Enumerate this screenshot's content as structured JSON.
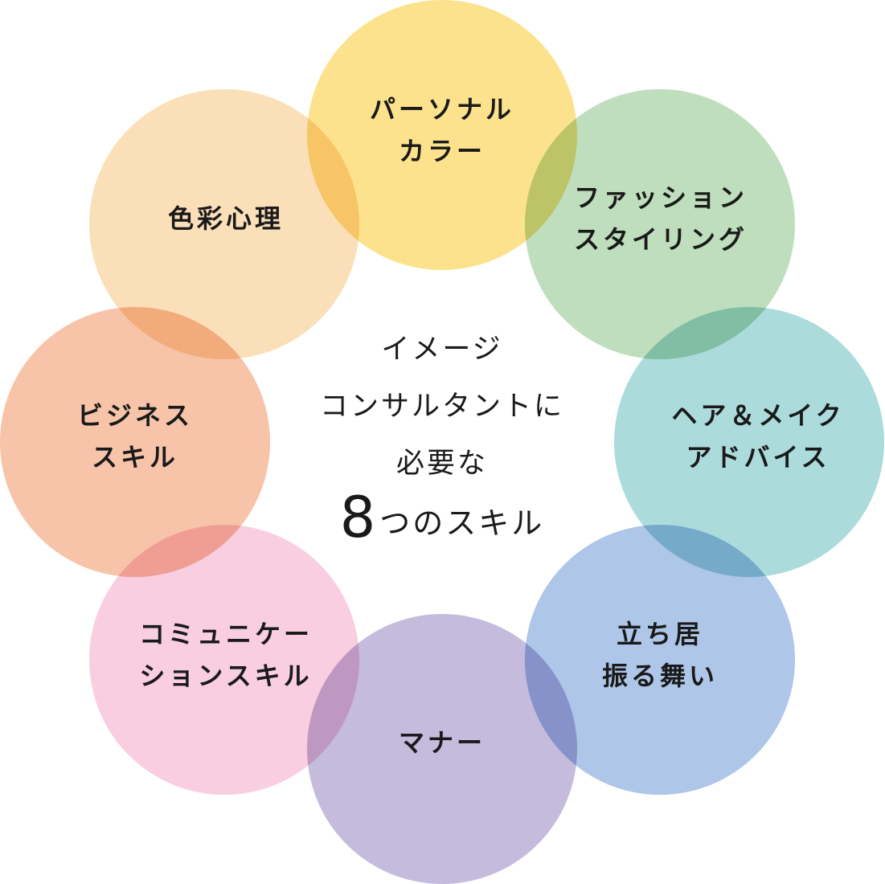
{
  "center": {
    "line1": "イメージ",
    "line2": "コンサルタントに",
    "line3": "必要な",
    "number": "8",
    "suffix": "つのスキル"
  },
  "skills": [
    {
      "id": "personal-color",
      "lines": [
        "パーソナル",
        "カラー"
      ],
      "color": "#fbd965"
    },
    {
      "id": "fashion-styling",
      "lines": [
        "ファッション",
        "スタイリング"
      ],
      "color": "#aad3a7"
    },
    {
      "id": "hair-make-advice",
      "lines": [
        "ヘア＆メイク",
        "アドバイス"
      ],
      "color": "#90cfd0"
    },
    {
      "id": "standing-behavior",
      "lines": [
        "立ち居",
        "振る舞い"
      ],
      "color": "#93b3e0"
    },
    {
      "id": "manners",
      "lines": [
        "マナー"
      ],
      "color": "#b1a6d2"
    },
    {
      "id": "communication-skills",
      "lines": [
        "コミュニケー",
        "ションスキル"
      ],
      "color": "#f6bed6"
    },
    {
      "id": "business-skills",
      "lines": [
        "ビジネス",
        "スキル"
      ],
      "color": "#f4b08c"
    },
    {
      "id": "color-psychology",
      "lines": [
        "色彩心理"
      ],
      "color": "#f8d5a0"
    }
  ]
}
